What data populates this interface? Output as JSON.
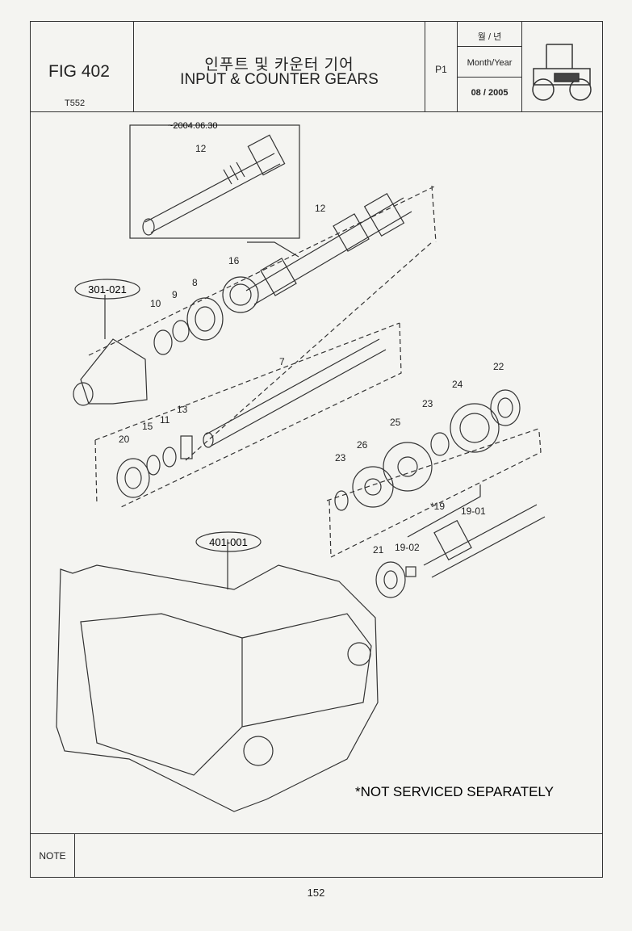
{
  "header": {
    "fig": "FIG 402",
    "model": "T552",
    "title_kr": "인푸트 및 카운터 기어",
    "title_en": "INPUT & COUNTER GEARS",
    "page_ref": "P1",
    "date_label_kr": "월 / 년",
    "date_label_en": "Month/Year",
    "date_value": "08 / 2005",
    "tractor_icon": "tractor-icon"
  },
  "diagram": {
    "inset_note": "~2004.06.30",
    "group_labels": [
      "301-021",
      "401-001"
    ],
    "part_labels": [
      "12",
      "12",
      "16",
      "8",
      "9",
      "10",
      "7",
      "13",
      "11",
      "15",
      "20",
      "22",
      "24",
      "23",
      "25",
      "26",
      "23",
      "*19",
      "19-01",
      "19-02",
      "21"
    ],
    "footnote": "*NOT SERVICED SEPARATELY"
  },
  "note": {
    "label": "NOTE"
  },
  "page_number": "152"
}
